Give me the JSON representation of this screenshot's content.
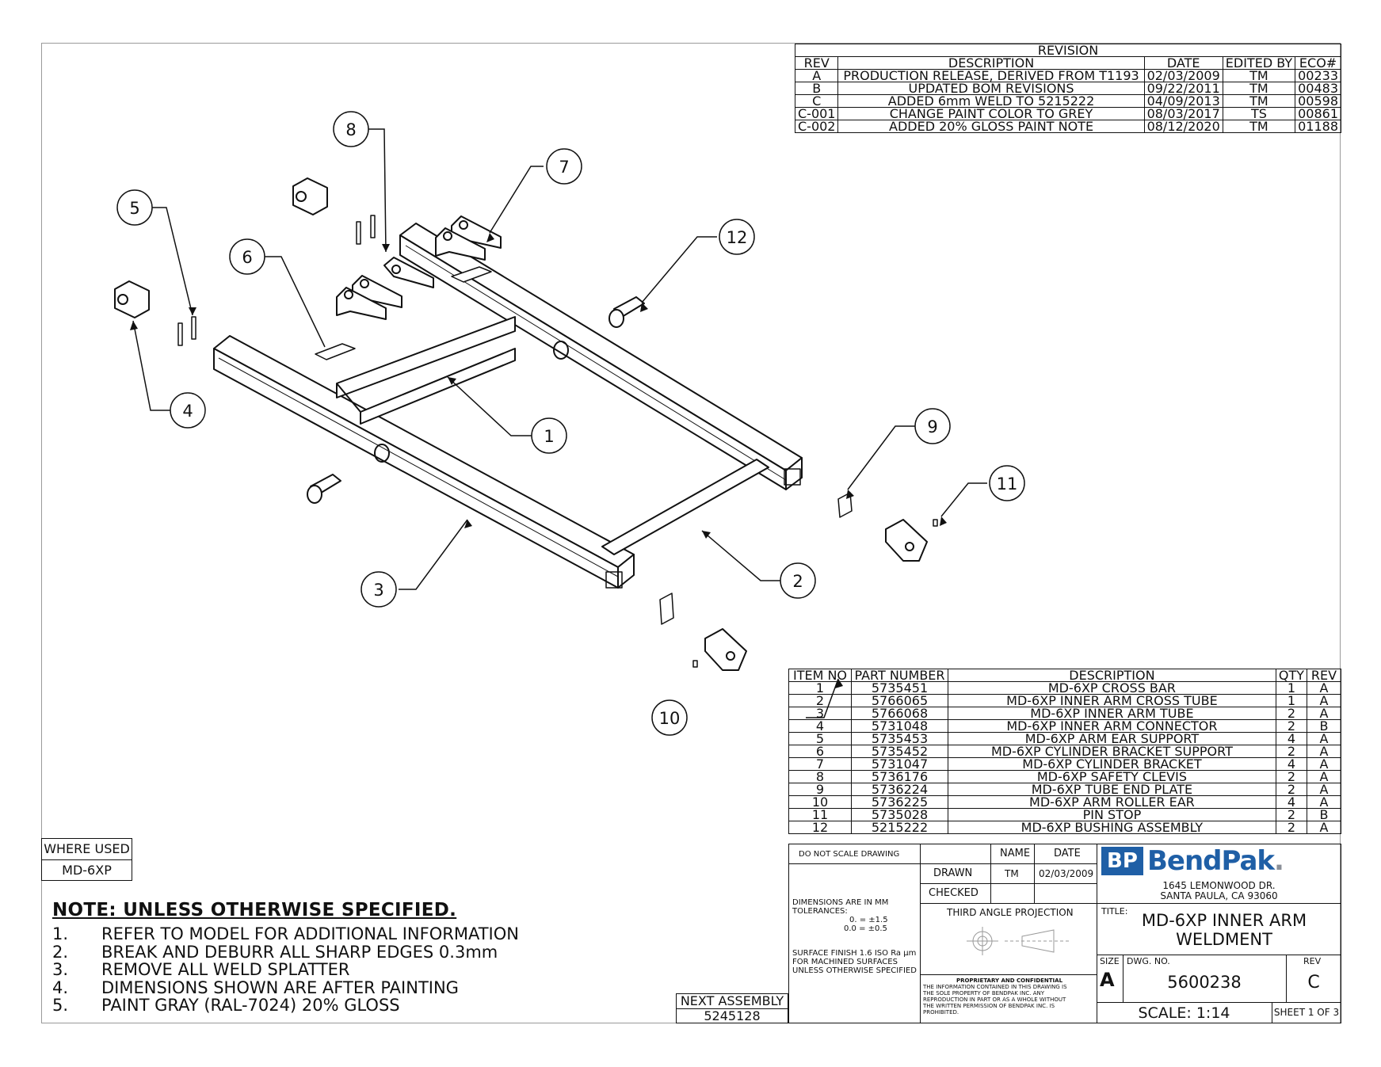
{
  "revision": {
    "title": "REVISION",
    "headers": [
      "REV",
      "DESCRIPTION",
      "DATE",
      "EDITED BY",
      "ECO#"
    ],
    "rows": [
      [
        "A",
        "PRODUCTION RELEASE, DERIVED FROM T1193",
        "02/03/2009",
        "TM",
        "00233"
      ],
      [
        "B",
        "UPDATED BOM REVISIONS",
        "09/22/2011",
        "TM",
        "00483"
      ],
      [
        "C",
        "ADDED 6mm WELD TO 5215222",
        "04/09/2013",
        "TM",
        "00598"
      ],
      [
        "C-001",
        "CHANGE PAINT COLOR TO GREY",
        "08/03/2017",
        "TS",
        "00861"
      ],
      [
        "C-002",
        "ADDED 20% GLOSS PAINT NOTE",
        "08/12/2020",
        "TM",
        "01188"
      ]
    ]
  },
  "bom": {
    "headers": [
      "ITEM NO",
      "PART NUMBER",
      "DESCRIPTION",
      "QTY",
      "REV"
    ],
    "rows": [
      [
        "1",
        "5735451",
        "MD-6XP CROSS BAR",
        "1",
        "A"
      ],
      [
        "2",
        "5766065",
        "MD-6XP INNER ARM CROSS TUBE",
        "1",
        "A"
      ],
      [
        "3",
        "5766068",
        "MD-6XP INNER ARM TUBE",
        "2",
        "A"
      ],
      [
        "4",
        "5731048",
        "MD-6XP INNER ARM CONNECTOR",
        "2",
        "B"
      ],
      [
        "5",
        "5735453",
        "MD-6XP ARM EAR SUPPORT",
        "4",
        "A"
      ],
      [
        "6",
        "5735452",
        "MD-6XP CYLINDER BRACKET SUPPORT",
        "2",
        "A"
      ],
      [
        "7",
        "5731047",
        "MD-6XP CYLINDER BRACKET",
        "4",
        "A"
      ],
      [
        "8",
        "5736176",
        "MD-6XP SAFETY CLEVIS",
        "2",
        "A"
      ],
      [
        "9",
        "5736224",
        "MD-6XP TUBE END PLATE",
        "2",
        "A"
      ],
      [
        "10",
        "5736225",
        "MD-6XP ARM ROLLER EAR",
        "4",
        "A"
      ],
      [
        "11",
        "5735028",
        "PIN STOP",
        "2",
        "B"
      ],
      [
        "12",
        "5215222",
        "MD-6XP BUSHING ASSEMBLY",
        "2",
        "A"
      ]
    ]
  },
  "balloons": [
    "1",
    "2",
    "3",
    "4",
    "5",
    "6",
    "7",
    "8",
    "9",
    "10",
    "11",
    "12"
  ],
  "where_used": {
    "label": "WHERE USED",
    "value": "MD-6XP"
  },
  "next_assembly": {
    "label": "NEXT ASSEMBLY",
    "value": "5245128"
  },
  "notes": {
    "title": "NOTE: UNLESS OTHERWISE SPECIFIED.",
    "items": [
      {
        "num": "1.",
        "text": "REFER TO MODEL FOR ADDITIONAL INFORMATION"
      },
      {
        "num": "2.",
        "text": "BREAK AND DEBURR ALL SHARP EDGES 0.3mm"
      },
      {
        "num": "3.",
        "text": "REMOVE ALL WELD SPLATTER"
      },
      {
        "num": "4.",
        "text": "DIMENSIONS SHOWN ARE AFTER PAINTING"
      },
      {
        "num": "5.",
        "text": "PAINT GRAY (RAL-7024) 20% GLOSS"
      }
    ]
  },
  "title_block": {
    "do_not_scale": "DO NOT SCALE DRAWING",
    "name_label": "NAME",
    "date_label": "DATE",
    "drawn_label": "DRAWN",
    "drawn_name": "TM",
    "drawn_date": "02/03/2009",
    "checked_label": "CHECKED",
    "dims_line1": "DIMENSIONS ARE IN MM",
    "dims_line2": "TOLERANCES:",
    "tol1": "0. = ±1.5",
    "tol2": "0.0 = ±0.5",
    "surface1": "SURFACE FINISH 1.6 ISO Ra µm",
    "surface2": "FOR MACHINED SURFACES",
    "surface3": "UNLESS OTHERWISE SPECIFIED",
    "projection": "THIRD ANGLE PROJECTION",
    "prop_title": "PROPRIETARY AND CONFIDENTIAL",
    "prop_line1": "THE INFORMATION CONTAINED IN THIS DRAWING IS",
    "prop_line2": "THE SOLE PROPERTY OF BENDPAK INC. ANY",
    "prop_line3": "REPRODUCTION IN PART OR AS A WHOLE WITHOUT",
    "prop_line4": "THE WRITTEN PERMISSION OF BENDPAK INC. IS",
    "prop_line5": "PROHIBITED.",
    "logo_mark": "BP",
    "logo_text": "BendPak",
    "logo_dot": ".",
    "address1": "1645 LEMONWOOD DR.",
    "address2": "SANTA PAULA, CA 93060",
    "title_label": "TITLE:",
    "title_line1": "MD-6XP INNER ARM",
    "title_line2": "WELDMENT",
    "size_label": "SIZE",
    "size_value": "A",
    "dwg_label": "DWG.  NO.",
    "dwg_value": "5600238",
    "rev_label": "REV",
    "rev_value": "C",
    "scale": "SCALE: 1:14",
    "sheet": "SHEET 1 OF 3"
  },
  "colors": {
    "logo_blue": "#1f5fa6",
    "logo_grey": "#8a8f98",
    "line": "#111111"
  }
}
